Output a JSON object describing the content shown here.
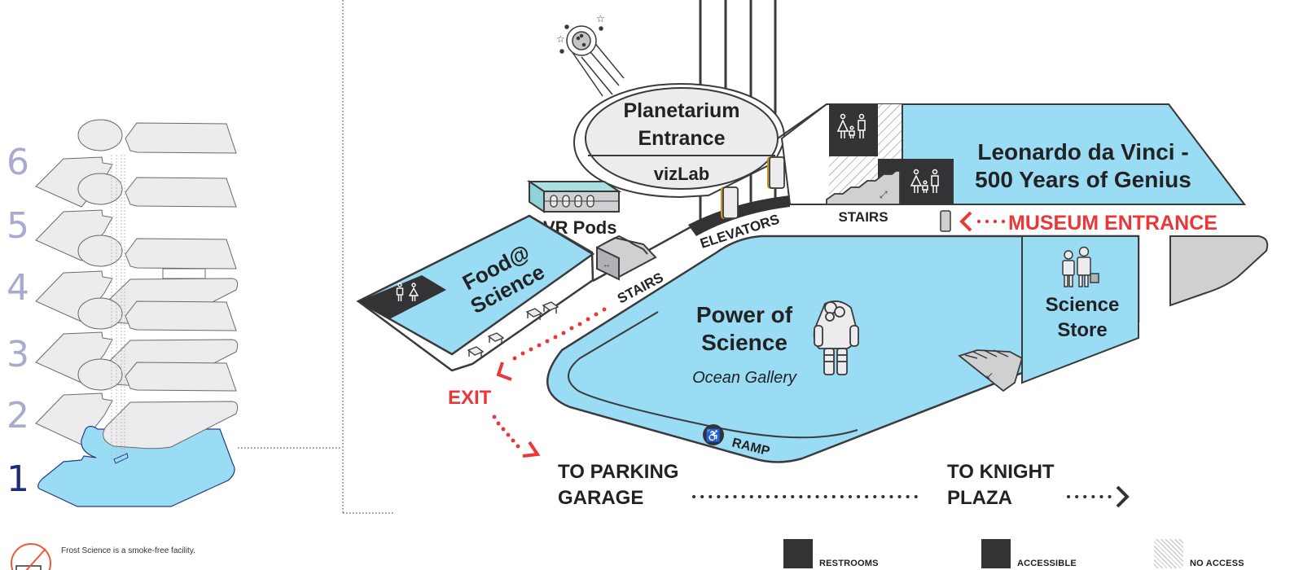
{
  "floor_selector": {
    "floors": [
      "6",
      "5",
      "4",
      "3",
      "2",
      "1"
    ],
    "active_floor": "1"
  },
  "map": {
    "planetarium": {
      "line1": "Planetarium",
      "line2": "Entrance",
      "sub": "vizLab"
    },
    "vr_pods": "VR Pods",
    "food": {
      "line1": "Food@",
      "line2": "Science"
    },
    "stairs_left": "STAIRS",
    "elevators": "ELEVATORS",
    "stairs_top": "STAIRS",
    "leonardo": {
      "line1": "Leonardo da Vinci -",
      "line2": "500 Years of Genius"
    },
    "museum_entrance": "MUSEUM ENTRANCE",
    "power": {
      "line1": "Power of",
      "line2": "Science",
      "sub": "Ocean Gallery"
    },
    "store": {
      "line1": "Science",
      "line2": "Store"
    },
    "exit": "EXIT",
    "ramp": "RAMP",
    "parking": {
      "line1": "TO PARKING",
      "line2": "GARAGE"
    },
    "knight": {
      "line1": "TO KNIGHT",
      "line2": "PLAZA"
    }
  },
  "footer": {
    "smoke_free": "Frost Science is a smoke-free facility.",
    "legend": [
      {
        "icon": "restroom-icon",
        "label": "RESTROOMS"
      },
      {
        "icon": "accessible-icon",
        "label": "ACCESSIBLE"
      },
      {
        "icon": "no-access-hatch",
        "label": "NO ACCESS"
      }
    ]
  },
  "colors": {
    "gallery_blue": "#9adcf3",
    "outline": "#3a3a3d",
    "accent_red": "#e8383a",
    "floor_inactive": "#a9aacf",
    "floor_active": "#1f2a7a"
  }
}
